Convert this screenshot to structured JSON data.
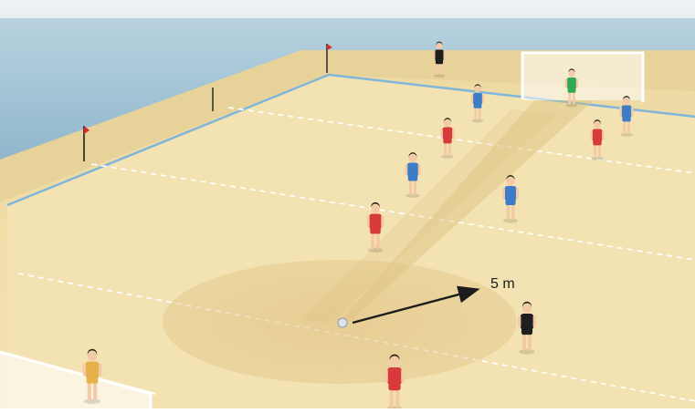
{
  "distance_label": "5 m",
  "colors": {
    "sand": "#f1dfa8",
    "sea": "#9fc2d6",
    "sky": "#e6ecee",
    "boundary": "#7fb6da",
    "zone": "#e2c488",
    "team_red": "#d83a3a",
    "team_blue": "#3d7cc6",
    "goalkeeper_green": "#33a853",
    "goalkeeper_yellow": "#e6b04a",
    "referee": "#1e1e1e",
    "arrow": "#1c1c1c",
    "flag": "#d82a2a"
  },
  "players": [
    {
      "role": "referee-back",
      "team": "referee"
    },
    {
      "role": "goalkeeper-far",
      "team": "goalkeeper_green"
    },
    {
      "role": "blue-1",
      "team": "team_blue"
    },
    {
      "role": "blue-2",
      "team": "team_blue"
    },
    {
      "role": "blue-3",
      "team": "team_blue"
    },
    {
      "role": "blue-4",
      "team": "team_blue"
    },
    {
      "role": "red-1",
      "team": "team_red"
    },
    {
      "role": "red-2",
      "team": "team_red"
    },
    {
      "role": "red-3",
      "team": "team_red"
    },
    {
      "role": "red-4",
      "team": "team_red"
    },
    {
      "role": "referee-front",
      "team": "referee"
    },
    {
      "role": "goalkeeper-near",
      "team": "goalkeeper_yellow"
    }
  ]
}
